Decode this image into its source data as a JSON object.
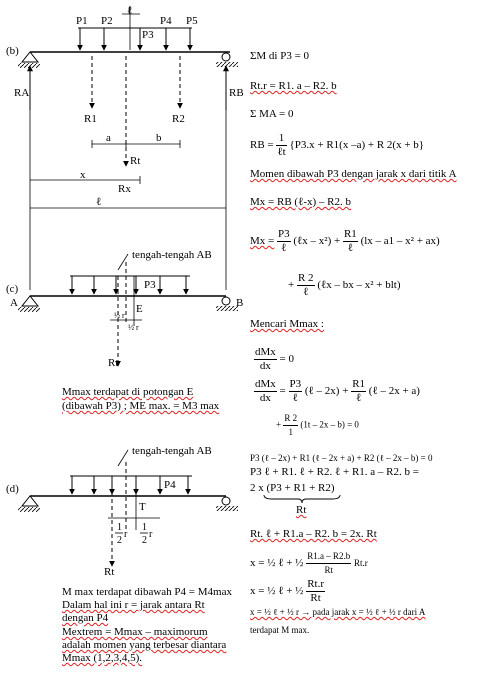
{
  "fig_b": {
    "label": "(b)",
    "loads": [
      "P1",
      "P2",
      "P3",
      "P4",
      "P5"
    ],
    "span_top": "ℓ",
    "reactions": {
      "left": "RA",
      "right": "RB"
    },
    "forces": {
      "r1": "R1",
      "r2": "R2",
      "rt": "Rt"
    },
    "dims": {
      "a": "a",
      "b": "b",
      "x": "x",
      "l": "ℓ"
    },
    "rx": "Rx"
  },
  "fig_c": {
    "label": "(c)",
    "note": "tengah-tengah AB",
    "p3": "P3",
    "e": "E",
    "half_r": "½ r",
    "support_a": "A",
    "support_b": "B",
    "rt": "Rt"
  },
  "fig_d": {
    "label": "(d)",
    "note": "tengah-tengah AB",
    "p4": "P4",
    "t": "T",
    "frac_num": "1",
    "frac_den": "2",
    "r": "r",
    "rt": "Rt"
  },
  "eq": {
    "e1": "ΣM di P3 = 0",
    "e2": "Rt.r = R1. a – R2. b",
    "e3": "Σ MA = 0",
    "e4_lhs": "RB =",
    "e4_num": "1",
    "e4_den": "ℓt",
    "e4_rhs": "{P3.x + R1(x –a) + R 2(x + b}",
    "e5": "Momen dibawah P3 dengan jarak x dari titik A",
    "e6": "Mx = RB (ℓ-x) – R2. b",
    "e7_lhs": "Mx =",
    "e7_n1": "P3",
    "e7_d1": "ℓ",
    "e7_m1": "(ℓx – x²) +",
    "e7_n2": "R1",
    "e7_d2": "ℓ",
    "e7_m2": "(lx – a1 – x² + ax)",
    "e8_plus": "+",
    "e8_n": "R 2",
    "e8_d": "ℓ",
    "e8_m": "(ℓx – bx – x² + blt)",
    "e9": "Mencari Mmax :",
    "e10_n": "dMx",
    "e10_d": "dx",
    "e10_r": "= 0",
    "e11_n": "dMx",
    "e11_d": "dx",
    "e11_eq": "=",
    "e11_n1": "P3",
    "e11_d1": "ℓ",
    "e11_m1": "(ℓ – 2x) +",
    "e11_n2": "R1",
    "e11_d2": "ℓ",
    "e11_m2": "(ℓ – 2x + a)",
    "e12_plus": "+",
    "e12_n": "R 2",
    "e12_d": "1",
    "e12_m": "(1t – 2x – b) = 0",
    "e13": "P3 (ℓ – 2x) + R1 (ℓ – 2x + a) + R2 (ℓ – 2x – b) = 0",
    "e14": "P3 ℓ + R1. ℓ + R2. ℓ + R1. a – R2. b =",
    "e15": "2 x (P3 + R1 + R2)",
    "e15_under": "Rt",
    "e16": "Rt. ℓ + R1.a – R2. b = 2x. Rt",
    "e17_lhs": "x = ½ ℓ + ½",
    "e17_n": "R1.a – R2.b",
    "e17_d": "Rt",
    "e17_tail": "Rt.r",
    "e18_lhs": "x = ½ ℓ + ½",
    "e18_n": "Rt.r",
    "e18_d": "Rt",
    "e19": "x = ½ ℓ + ½ r → pada jarak x = ½ ℓ + ½ r dari A",
    "e20": "terdapat M max."
  },
  "notes": {
    "c1": "Mmax terdapat di potongan E",
    "c2": "(dibawah P3) ; ME max. = M3 max",
    "d1": "M max terdapat dibawah P4 = M4max",
    "d2": "Dalam hal ini r = jarak antara Rt",
    "d3": "dengan P4",
    "d4": "Mextrem = Mmax – maximorum",
    "d5": "adalah momen yang terbesar diantara",
    "d6": "Mmax (1,2,3,4,5)."
  }
}
